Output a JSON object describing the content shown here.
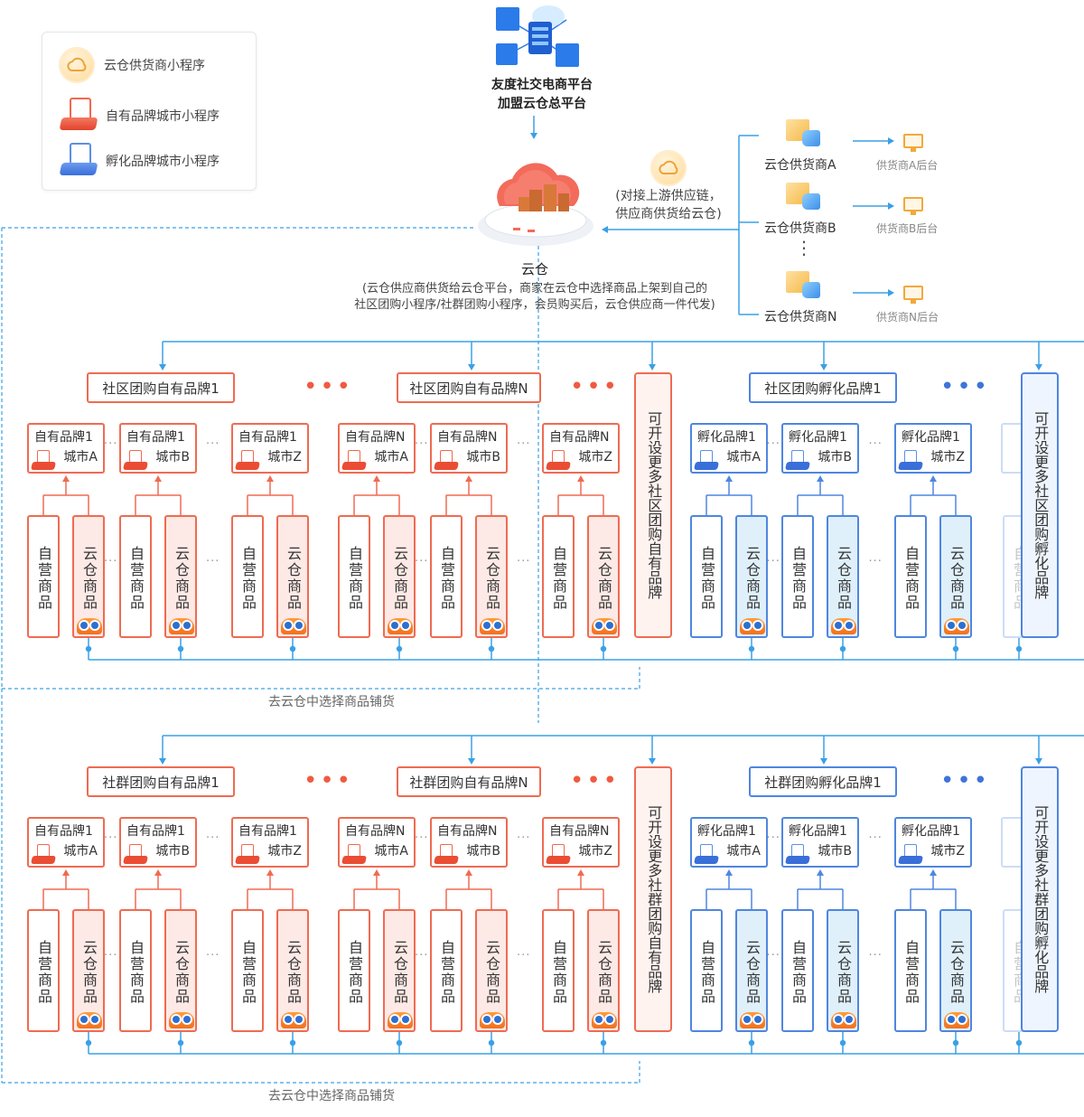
{
  "legend": {
    "items": [
      {
        "label": "云仓供货商小程序",
        "icon": "cloud-coin-icon"
      },
      {
        "label": "自有品牌城市小程序",
        "icon": "red-pedestal-icon"
      },
      {
        "label": "孵化品牌城市小程序",
        "icon": "blue-pedestal-icon"
      }
    ]
  },
  "platform": {
    "line1": "友度社交电商平台",
    "line2": "加盟云仓总平台"
  },
  "cloud_warehouse": {
    "title": "云仓",
    "desc1": "(云仓供应商供货给云仓平台，商家在云仓中选择商品上架到自己的",
    "desc2": "社区团购小程序/社群团购小程序，会员购买后，云仓供应商一件代发)"
  },
  "supply_note": {
    "line1": "(对接上游供应链，",
    "line2": "供应商供货给云仓)"
  },
  "suppliers": [
    {
      "name": "云仓供货商A",
      "backend": "供货商A后台"
    },
    {
      "name": "云仓供货商B",
      "backend": "供货商B后台"
    },
    {
      "name": "云仓供货商N",
      "backend": "供货商N后台"
    }
  ],
  "supplier_ellipsis": "⋮",
  "colors": {
    "red": "#ef6b52",
    "blue": "#4f86e0",
    "line": "#3aa0e6"
  },
  "sections": [
    {
      "headers": {
        "red1": "社区团购自有品牌1",
        "redN": "社区团购自有品牌N",
        "blue1": "社区团购孵化品牌1"
      },
      "more_red": "可开设更多社区团购自有品牌",
      "more_blue": "可开设更多社区团购孵化品牌",
      "footer": "去云仓中选择商品铺货"
    },
    {
      "headers": {
        "red1": "社群团购自有品牌1",
        "redN": "社群团购自有品牌N",
        "blue1": "社群团购孵化品牌1"
      },
      "more_red": "可开设更多社群团购自有品牌",
      "more_blue": "可开设更多社群团购孵化品牌",
      "footer": "去云仓中选择商品铺货"
    }
  ],
  "cities": {
    "red1": [
      {
        "l1": "自有品牌1",
        "l2": "城市A"
      },
      {
        "l1": "自有品牌1",
        "l2": "城市B"
      },
      {
        "l1": "自有品牌1",
        "l2": "城市Z"
      }
    ],
    "redN": [
      {
        "l1": "自有品牌N",
        "l2": "城市A"
      },
      {
        "l1": "自有品牌N",
        "l2": "城市B"
      },
      {
        "l1": "自有品牌N",
        "l2": "城市Z"
      }
    ],
    "blue1": [
      {
        "l1": "孵化品牌1",
        "l2": "城市A"
      },
      {
        "l1": "孵化品牌1",
        "l2": "城市B"
      },
      {
        "l1": "孵化品牌1",
        "l2": "城市Z"
      }
    ]
  },
  "products": {
    "own": "自营商品",
    "cloud": "云仓商品"
  },
  "dots": "•••",
  "ellipsis": "···"
}
